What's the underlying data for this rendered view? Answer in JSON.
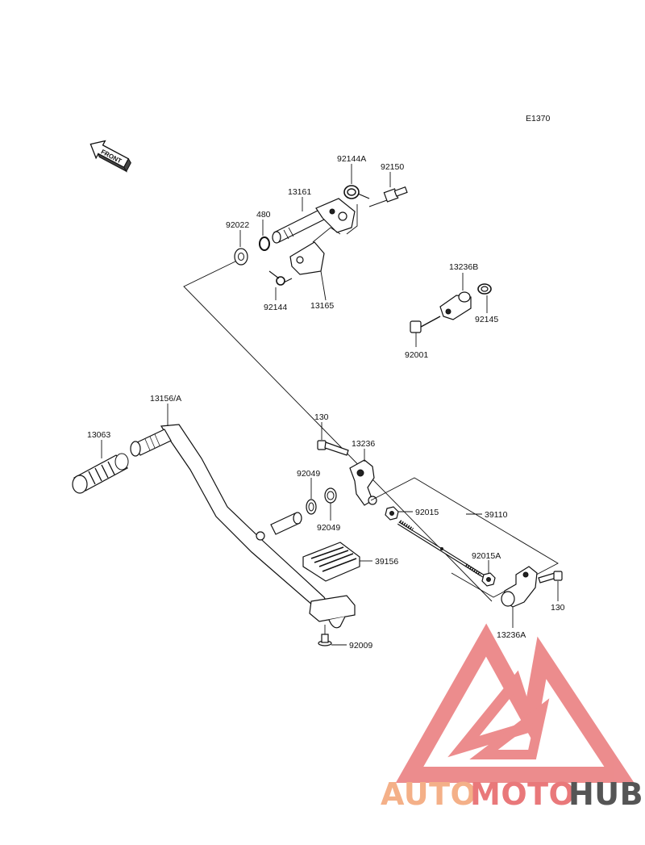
{
  "diagram_code": "E1370",
  "front_label": "FRONT",
  "parts": {
    "p92144A": "92144A",
    "p92150": "92150",
    "p13161": "13161",
    "p480": "480",
    "p92022": "92022",
    "p92144": "92144",
    "p13165": "13165",
    "p13236B": "13236B",
    "p92145": "92145",
    "p92001": "92001",
    "p13156A": "13156/A",
    "p13063": "13063",
    "p130a": "130",
    "p13236": "13236",
    "p92049a": "92049",
    "p92049b": "92049",
    "p92015": "92015",
    "p39110": "39110",
    "p92015A": "92015A",
    "p130b": "130",
    "p39156": "39156",
    "p13236A": "13236A",
    "p92009": "92009"
  },
  "watermark": {
    "part1": "AUTO",
    "part2": "MOTO",
    "part3": "HUB",
    "color_light": "#f4b088",
    "color_red": "#e9787a",
    "color_dark": "#555555"
  }
}
